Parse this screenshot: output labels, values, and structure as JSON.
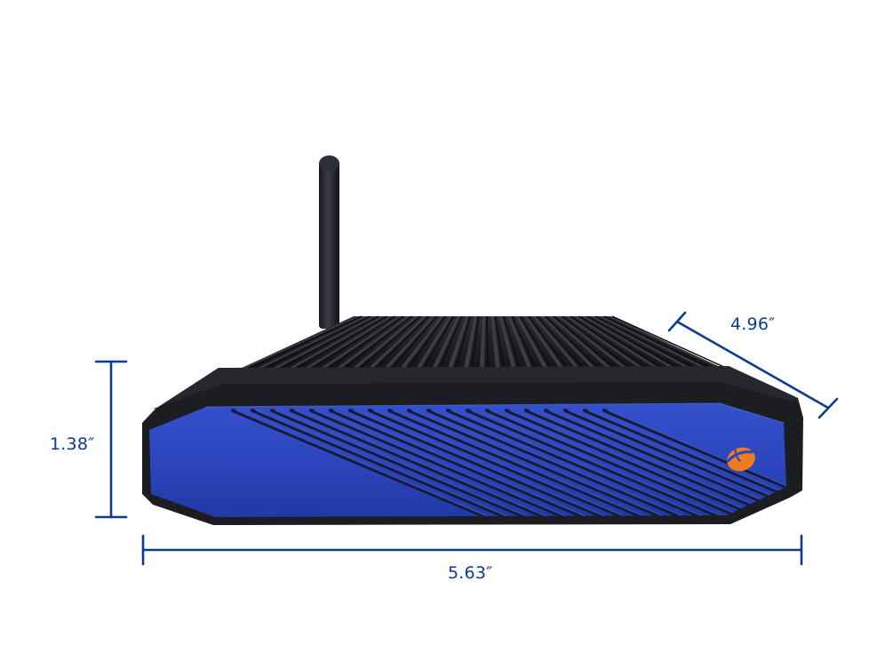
{
  "dimensions": {
    "height": "1.38″",
    "width": "5.63″",
    "depth": "4.96″"
  },
  "colors": {
    "dimension_line": "#0d3a92",
    "front_panel": "#2f49c2",
    "chassis": "#1b1d22",
    "logo": "#ef7d20"
  },
  "icons": {
    "logo": "orange-logo-icon",
    "antenna": "antenna"
  }
}
